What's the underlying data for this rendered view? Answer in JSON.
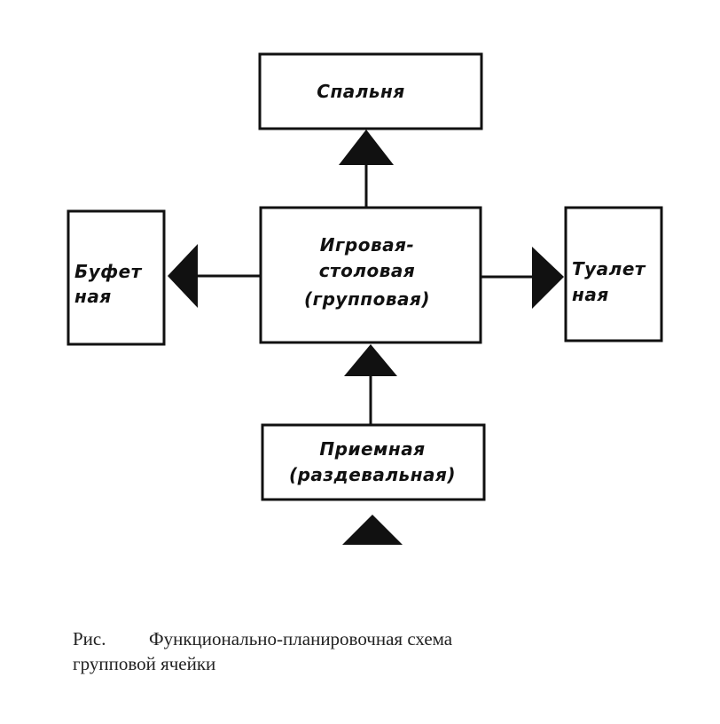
{
  "diagram": {
    "nodes": {
      "bedroom": {
        "lines": [
          "Спальня"
        ]
      },
      "buffet": {
        "lines": [
          "Буфет",
          "ная"
        ]
      },
      "playroom": {
        "lines": [
          "Игровая-",
          "столовая",
          "(групповая)"
        ]
      },
      "toilet": {
        "lines": [
          "Туалет",
          "ная"
        ]
      },
      "reception": {
        "lines": [
          "Приемная",
          "(раздевальная)"
        ]
      }
    },
    "connections": [
      {
        "from": "playroom",
        "to": "bedroom"
      },
      {
        "from": "playroom",
        "to": "buffet"
      },
      {
        "from": "playroom",
        "to": "toilet"
      },
      {
        "from": "reception",
        "to": "playroom"
      },
      {
        "from": "entrance",
        "to": "reception"
      }
    ]
  },
  "caption": {
    "prefix": "Рис.",
    "line1": "Функционально-планировочная схема",
    "line2": "групповой ячейки"
  },
  "colors": {
    "stroke": "#111111",
    "background": "#ffffff"
  }
}
